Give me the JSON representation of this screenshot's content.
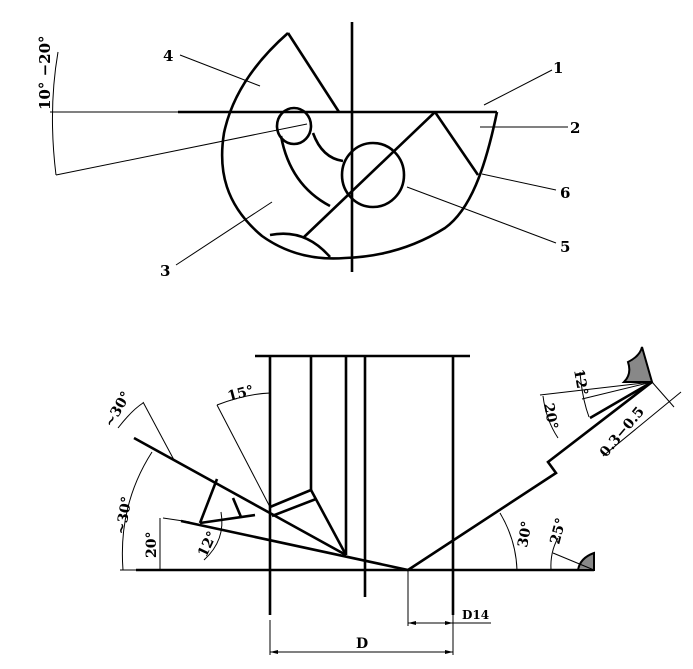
{
  "top_view": {
    "part_labels": [
      "1",
      "2",
      "3",
      "4",
      "5",
      "6"
    ],
    "angle_label": "10° −20°"
  },
  "side_view": {
    "angles": {
      "a15": "15°",
      "a30_top": "~30°",
      "a30_left": "~30°",
      "a20_left": "20°",
      "a12_left": "12°",
      "a30_right": "30°",
      "a25": "25°",
      "a12_tip": "12°",
      "a20_tip": "20°"
    },
    "dims": {
      "edge_width": "0.3−0.5",
      "d14": "D14",
      "d": "D"
    }
  }
}
